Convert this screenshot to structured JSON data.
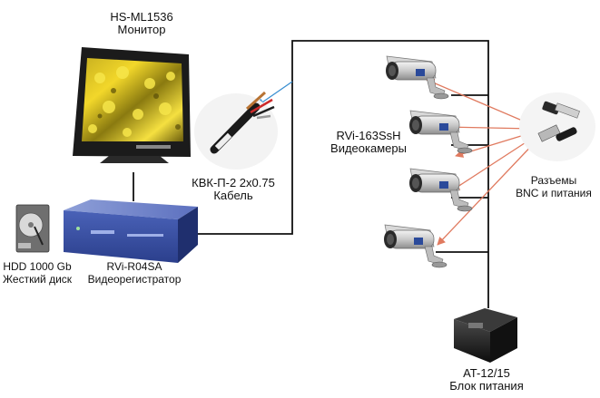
{
  "monitor": {
    "model": "HS-ML1536",
    "label": "Монитор"
  },
  "cable": {
    "model": "КВК-П-2 2х0.75",
    "label": "Кабель"
  },
  "cameras": {
    "model": "RVi-163SsH",
    "label": "Видеокамеры"
  },
  "connectors": {
    "line1": "Разъемы",
    "line2": "BNC и питания"
  },
  "hdd": {
    "model": "HDD 1000 Gb",
    "label": "Жесткий диск"
  },
  "dvr": {
    "model": "RVi-R04SA",
    "label": "Видеорегистратор"
  },
  "psu": {
    "model": "AT-12/15",
    "label": "Блок питания"
  },
  "colors": {
    "wire": "#111111",
    "pointer": "#e07a5f",
    "cable_pointer": "#3a8fd1",
    "dvr": "#3d55a8"
  }
}
